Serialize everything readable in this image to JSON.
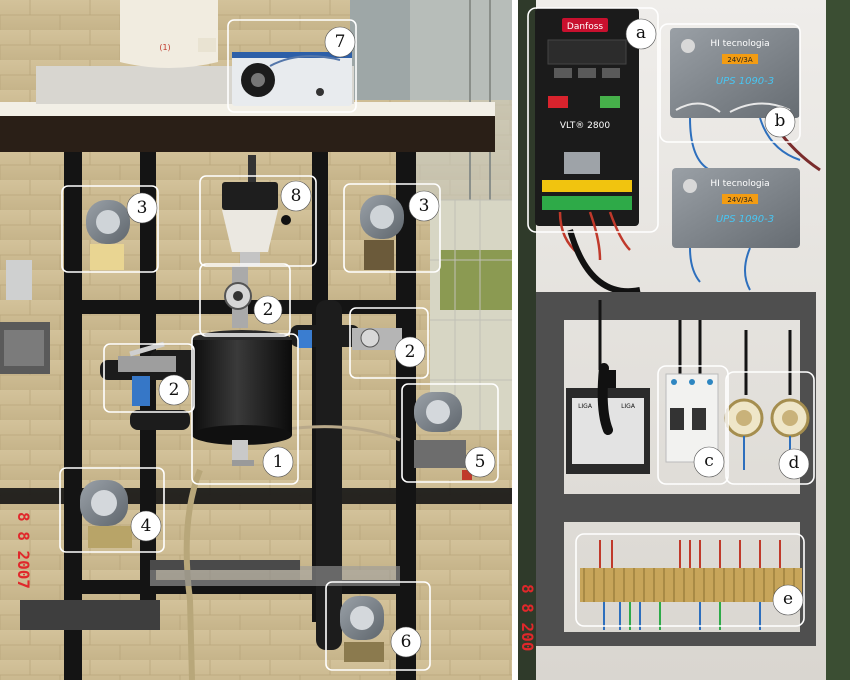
{
  "panels": {
    "left": {
      "label": "pilot-plant-photo"
    },
    "right": {
      "label": "electrical-panel-photo"
    }
  },
  "callouts_left": [
    {
      "id": "c7",
      "text": "7"
    },
    {
      "id": "c3a",
      "text": "3"
    },
    {
      "id": "c3b",
      "text": "3"
    },
    {
      "id": "c8",
      "text": "8"
    },
    {
      "id": "c2a",
      "text": "2"
    },
    {
      "id": "c2b",
      "text": "2"
    },
    {
      "id": "c2c",
      "text": "2"
    },
    {
      "id": "c1",
      "text": "1"
    },
    {
      "id": "c5",
      "text": "5"
    },
    {
      "id": "c4",
      "text": "4"
    },
    {
      "id": "c6",
      "text": "6"
    }
  ],
  "callouts_right": [
    {
      "id": "ca",
      "text": "a"
    },
    {
      "id": "cb",
      "text": "b"
    },
    {
      "id": "cc",
      "text": "c"
    },
    {
      "id": "cd",
      "text": "d"
    },
    {
      "id": "ce",
      "text": "e"
    }
  ],
  "labels": {
    "tank_tag": "(1)",
    "drive_brand": "Danfoss",
    "drive_model": "VLT® 2800",
    "ups_brand": "HI tecnologia",
    "ups_model": "UPS 1090-3",
    "ups_voltage": "24V/3A",
    "liga_left": "LIGA",
    "liga_right": "LIGA",
    "date_left": "8 8 2007",
    "date_right": "8 8 200"
  },
  "colors": {
    "wall": "#d9c89e",
    "frame": "#1b1b1b",
    "panel_bg": "#e9e7e2",
    "panel_frame": "#4b4b4b",
    "drive": "#1e1e1e",
    "ups": "#7d8288",
    "callout_stroke": "#ffffff",
    "date_red": "#e0282b"
  }
}
